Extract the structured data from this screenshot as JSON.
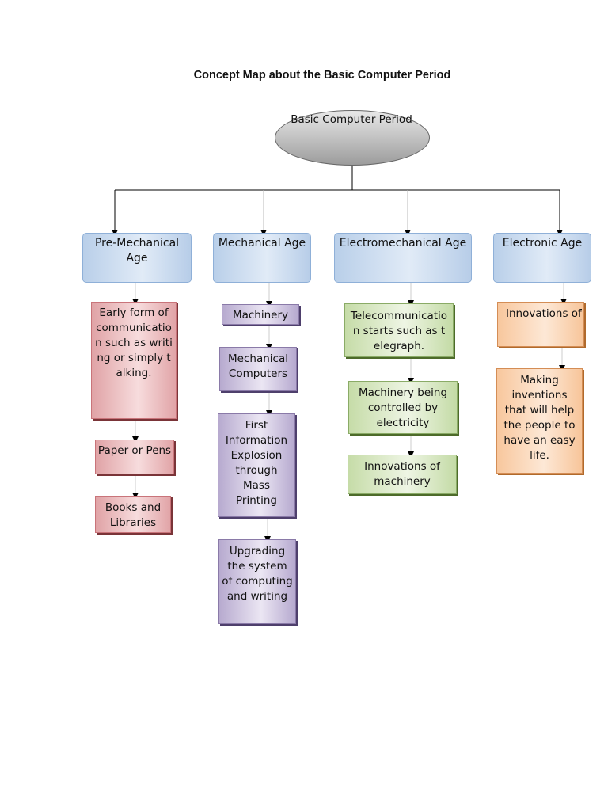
{
  "title": "Concept Map about the Basic Computer Period",
  "root": "Basic Computer Period",
  "ages": [
    {
      "label": "Pre-Mechanical Age",
      "items": [
        "Early form of communication such as writing or simply talking.",
        "Paper or Pens",
        "Books and Libraries"
      ]
    },
    {
      "label": "Mechanical Age",
      "items": [
        "Machinery",
        "Mechanical Computers",
        "First Information Explosion through Mass Printing",
        "Upgrading the system of computing and writing"
      ]
    },
    {
      "label": "Electromechanical Age",
      "items": [
        "Telecommunication starts such as telegraph.",
        "Machinery being controlled by electricity",
        "Innovations of machinery"
      ]
    },
    {
      "label": "Electronic Age",
      "items": [
        "Innovations of",
        "Making inventions that will help the people to have an easy life."
      ]
    }
  ],
  "colors": {
    "age_fill": "#c8daf0",
    "pre_mechanical_fill": "#eab9bb",
    "mechanical_fill": "#cbc1de",
    "electromechanical_fill": "#d8e8c4",
    "electronic_fill": "#fbd5b4",
    "connector": "#000000"
  }
}
